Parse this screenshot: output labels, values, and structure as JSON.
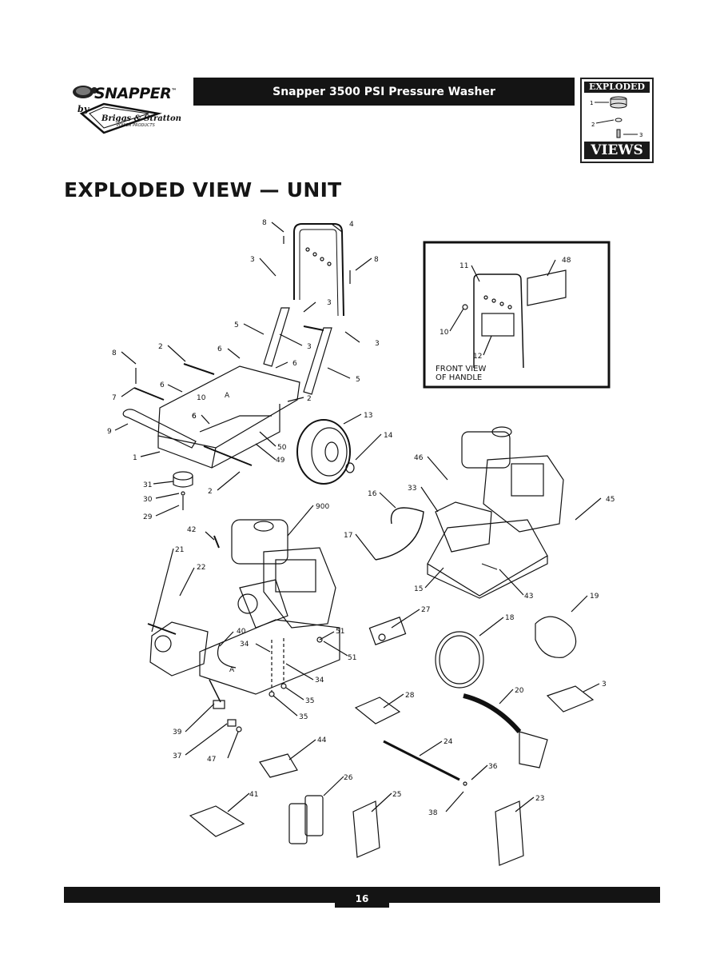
{
  "header": {
    "title": "Snapper 3500 PSI Pressure Washer",
    "brand": "SNAPPER",
    "brand_tm": "™",
    "by": "by",
    "partner": "Briggs & Stratton",
    "partner_sub": "POWER PRODUCTS"
  },
  "badge": {
    "top_text": "EXPLODED",
    "bottom_text": "VIEWS",
    "numbers": [
      "1",
      "2",
      "3"
    ]
  },
  "page": {
    "heading": "EXPLODED VIEW — UNIT",
    "number": "16"
  },
  "inset": {
    "caption_line1": "FRONT VIEW",
    "caption_line2": "OF HANDLE",
    "callouts": [
      "11",
      "48",
      "10",
      "12"
    ]
  },
  "callouts": [
    "8",
    "4",
    "3",
    "8",
    "3",
    "5",
    "3",
    "3",
    "2",
    "6",
    "6",
    "6",
    "5",
    "2",
    "8",
    "7",
    "6",
    "10",
    "6",
    "50",
    "49",
    "13",
    "14",
    "9",
    "1",
    "31",
    "30",
    "29",
    "2",
    "16",
    "17",
    "33",
    "46",
    "45",
    "15",
    "43",
    "900",
    "42",
    "21",
    "22",
    "40",
    "34",
    "34",
    "51",
    "51",
    "35",
    "35",
    "39",
    "37",
    "47",
    "44",
    "27",
    "18",
    "19",
    "20",
    "3",
    "28",
    "24",
    "36",
    "38",
    "26",
    "25",
    "41",
    "23",
    "A",
    "A"
  ]
}
